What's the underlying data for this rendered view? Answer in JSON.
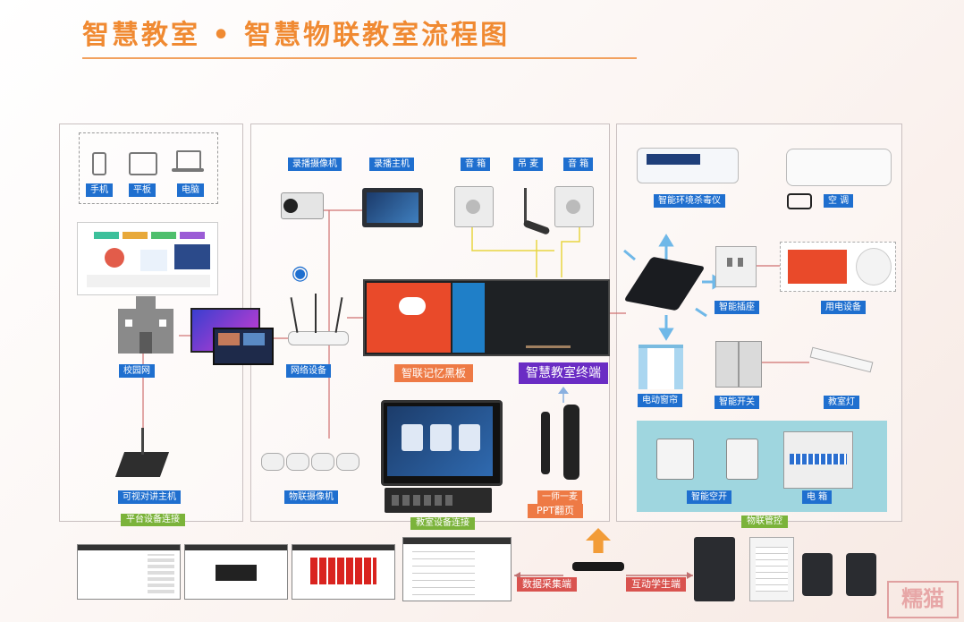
{
  "title": "智慧教室 • 智慧物联教室流程图",
  "left_panel": {
    "devices": [
      "手机",
      "平板",
      "电脑"
    ],
    "campus_network": "校园网",
    "intercom_host": "可视对讲主机",
    "footer": "平台设备连接"
  },
  "middle_panel": {
    "recording_camera": "录播摄像机",
    "recording_host": "录播主机",
    "speaker_left": "音 箱",
    "hanging_mic": "吊 麦",
    "speaker_right": "音 箱",
    "network_device": "网络设备",
    "memory_blackboard": "智联记忆黑板",
    "smart_terminal": "智慧教室终端",
    "iot_camera": "物联摄像机",
    "teacher_mic": "一师一麦",
    "ppt_pager": "PPT翻页",
    "footer": "教室设备连接"
  },
  "right_panel": {
    "sterilizer": "智能环境杀毒仪",
    "air_conditioner": "空 调",
    "smart_socket": "智能插座",
    "appliances": "用电设备",
    "curtain": "电动窗帘",
    "smart_switch": "智能开关",
    "classroom_light": "教室灯",
    "smart_breaker": "智能空开",
    "electric_box": "电 箱",
    "footer": "物联管控"
  },
  "bottom": {
    "data_collection": "数据采集端",
    "student_interaction": "互动学生端"
  },
  "watermark": "糯猫"
}
